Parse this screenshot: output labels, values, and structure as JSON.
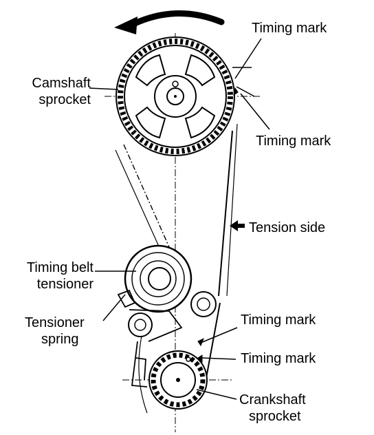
{
  "labels": {
    "timing_mark_cam_top": "Timing mark",
    "timing_mark_cam_bottom": "Timing mark",
    "camshaft_sprocket_line1": "Camshaft",
    "camshaft_sprocket_line2": "sprocket",
    "tension_side": "Tension side",
    "timing_belt_tensioner_line1": "Timing belt",
    "timing_belt_tensioner_line2": "tensioner",
    "tensioner_spring_line1": "Tensioner",
    "tensioner_spring_line2": "spring",
    "timing_mark_crank_top": "Timing mark",
    "timing_mark_crank_bottom": "Timing mark",
    "crankshaft_sprocket_line1": "Crankshaft",
    "crankshaft_sprocket_line2": "sprocket"
  },
  "icons": {
    "rotation_arrow": "curved-arrow-counterclockwise-icon",
    "tension_arrow": "arrow-left-icon"
  },
  "colors": {
    "ink": "#000000",
    "paper": "#ffffff"
  }
}
